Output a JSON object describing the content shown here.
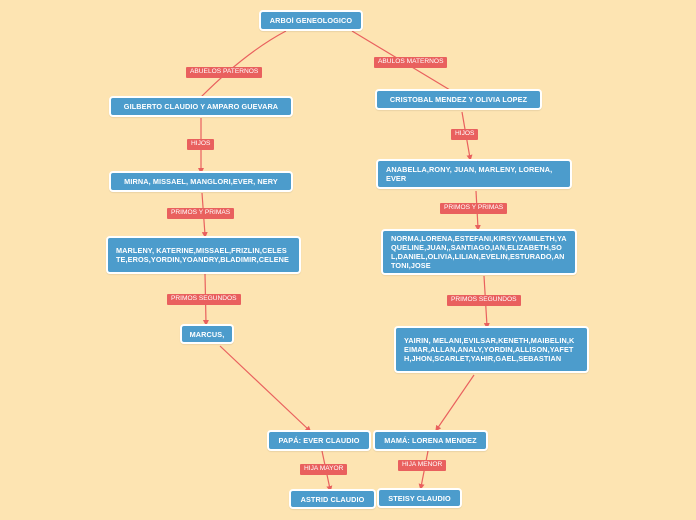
{
  "colors": {
    "background": "#fde4b2",
    "node": "#4c9ccc",
    "label": "#e9605e",
    "line": "#e9605e"
  },
  "nodes": {
    "root": "ARBOl GENEOLOGICO",
    "paternal_grandparents": "GILBERTO CLAUDIO Y AMPARO GUEVARA",
    "maternal_grandparents": "CRISTOBAL MENDEZ Y OLIVIA LOPEZ",
    "paternal_children": "MIRNA, MISSAEL, MANGLORI,EVER, NERY",
    "maternal_children": "ANABELLA,RONY, JUAN, MARLENY, LORENA, EVER",
    "paternal_cousins": "MARLENY, KATERINE,MISSAEL,FRIZLIN,CELESTE,EROS,YORDIN,YOANDRY,BLADIMIR,CELENE",
    "maternal_cousins": "NORMA,LORENA,ESTEFANI,KIRSY,YAMILETH,YAQUELINE,JUAN,,SANTIAGO,IAN,ELIZABETH,SOL,DANIEL,OLIVIA,LILIAN,EVELIN,ESTURADO,ANTONI,JOSE",
    "paternal_second_cousins": "MARCUS,",
    "maternal_second_cousins": "YAIRIN, MELANI,EVILSAR,KENETH,MAIBELIN,KEIMAR,ALLAN,ANALY,YORDIN,ALLISON,YAFETH,JHON,SCARLET,YAHIR,GAEL,SEBASTIAN",
    "father": "PAPÁ: EVER CLAUDIO",
    "mother": "MAMÁ: LORENA MENDEZ",
    "older_daughter": "ASTRID CLAUDIO",
    "younger_daughter": "STEISY CLAUDIO"
  },
  "labels": {
    "paternal_grandparents": "ABUELOS PATERNOS",
    "maternal_grandparents": "ABULOS MATERNOS",
    "children_left": "HIJOS",
    "children_right": "HIJOS",
    "cousins_left": "PRIMOS Y PRIMAS",
    "cousins_right": "PRIMOS Y PRIMAS",
    "second_cousins_left": "PRIMOS SEGUNDOS",
    "second_cousins_right": "PRIMOS SEGUNDOS",
    "older_daughter": "HIJA MAYOR",
    "younger_daughter": "HIJA MENOR"
  }
}
